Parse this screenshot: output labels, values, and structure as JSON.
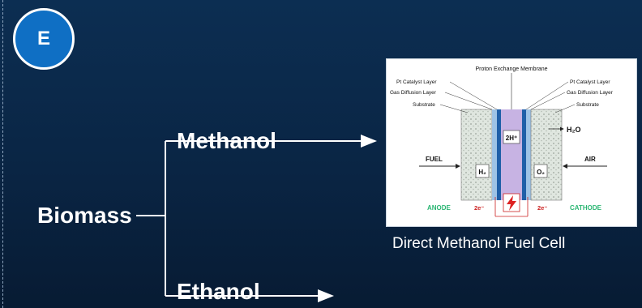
{
  "badge": {
    "letter": "E"
  },
  "diagram": {
    "root": "Biomass",
    "branch_top": "Methanol",
    "branch_bottom": "Ethanol"
  },
  "fuel_cell": {
    "caption": "Direct Methanol Fuel Cell",
    "labels": {
      "membrane": "Proton Exchange Membrane",
      "pt_left": "Pt Catalyst Layer",
      "gas_left": "Gas Diffusion Layer",
      "substrate_left": "Substrate",
      "pt_right": "Pt Catalyst Layer",
      "gas_right": "Gas Diffusion Layer",
      "substrate_right": "Substrate",
      "h2o": "H₂O",
      "h_plus": "2H⁺",
      "fuel": "FUEL",
      "air": "AIR",
      "h2": "H₂",
      "o2": "O₂",
      "anode": "ANODE",
      "cathode": "CATHODE",
      "e_left": "2e⁻",
      "e_right": "2e⁻"
    }
  },
  "colors": {
    "accent": "#0f6fc4",
    "electrode_label": "#2bb673",
    "membrane": "#c7b3e3"
  }
}
